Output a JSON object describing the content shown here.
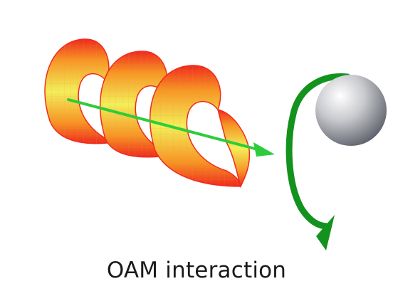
{
  "caption": "OAM interaction",
  "colors": {
    "helix_edge": "#ef2a1e",
    "helix_mid": "#f79425",
    "helix_core": "#f3ef5a",
    "helix_grid": "#e2a030",
    "axis_arrow": "#2ecc3a",
    "curl_arrow": "#13921e",
    "particle_light": "#ffffff",
    "particle_dark": "#5f626c"
  },
  "icons": [
    "helical-wavefront",
    "propagation-arrow",
    "rotation-arrow",
    "particle-sphere"
  ]
}
